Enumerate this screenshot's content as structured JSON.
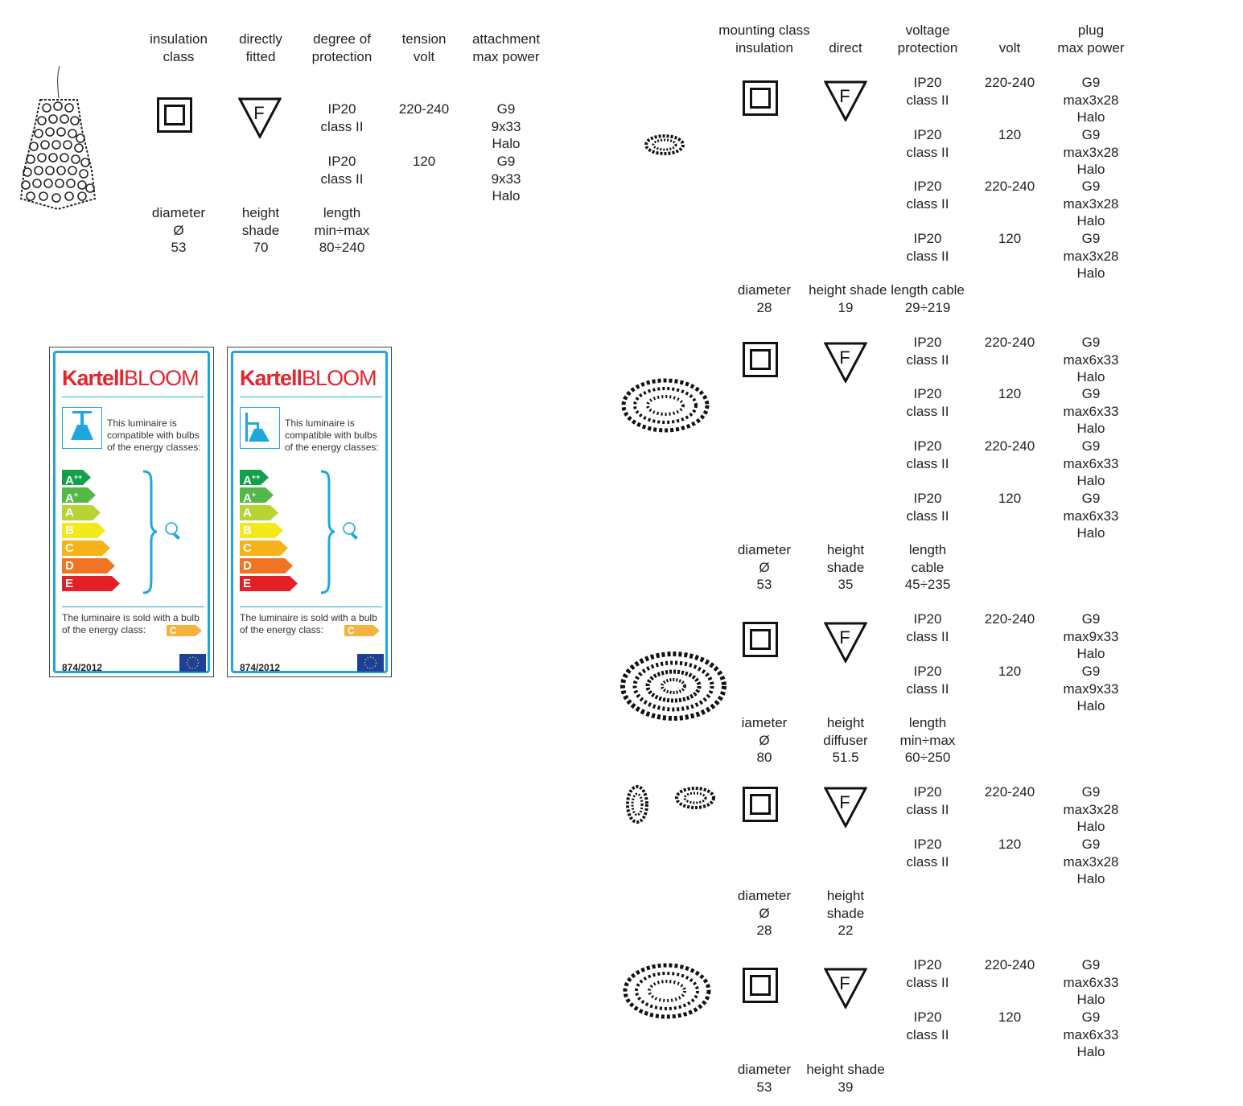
{
  "left_table": {
    "headers": [
      "insulation\nclass",
      "directly\nfitted",
      "degree of\nprotection",
      "tension\nvolt",
      "attachment\nmax power"
    ],
    "protection": [
      "IP20\nclass II",
      "IP20\nclass II"
    ],
    "volts": [
      "220-240",
      "120"
    ],
    "power": [
      "G9\n9x33\nHalo",
      "G9\n9x33\nHalo"
    ],
    "dims": [
      "diameter\nØ\n53",
      "height\nshade\n70",
      "length\nmin÷max\n80÷240"
    ]
  },
  "energy_labels": {
    "brand_bold": "Kartell",
    "brand_thin": "BLOOM",
    "compat": "This luminaire is\ncompatible with bulbs\nof the energy classes:",
    "sold": "The luminaire is sold with a bulb\nof the energy class:",
    "sold_class": "C",
    "regulation": "874/2012",
    "classes": [
      {
        "label": "A",
        "sup": "++",
        "color": "#12a04a"
      },
      {
        "label": "A",
        "sup": "+",
        "color": "#52b848"
      },
      {
        "label": "A",
        "sup": "",
        "color": "#b7d334"
      },
      {
        "label": "B",
        "sup": "",
        "color": "#f5e81b"
      },
      {
        "label": "C",
        "sup": "",
        "color": "#f6b218"
      },
      {
        "label": "D",
        "sup": "",
        "color": "#f07424"
      },
      {
        "label": "E",
        "sup": "",
        "color": "#e41f26"
      }
    ]
  },
  "right_table": {
    "headers": [
      "mounting  class\ninsulation",
      "direct",
      "voltage\nprotection",
      "volt",
      "plug\nmax power"
    ],
    "g1": {
      "prot": [
        "IP20\nclass II",
        "IP20\nclass II",
        "IP20\nclass II",
        "IP20\nclass II"
      ],
      "volt": [
        "220-240",
        "120",
        "220-240",
        "120"
      ],
      "power": [
        "G9\nmax3x28\nHalo",
        "G9\nmax3x28\nHalo",
        "G9\nmax3x28\nHalo",
        "G9\nmax3x28\nHalo"
      ],
      "dims": [
        "diameter\n28",
        "height shade length cable",
        "19",
        "29÷219"
      ]
    },
    "g2": {
      "prot": [
        "IP20\nclass II",
        "IP20\nclass II",
        "IP20\nclass II",
        "IP20\nclass II"
      ],
      "volt": [
        "220-240",
        "120",
        "220-240",
        "120"
      ],
      "power": [
        "G9\nmax6x33\nHalo",
        "G9\nmax6x33\nHalo",
        "G9\nmax6x33\nHalo",
        "G9\nmax6x33\nHalo"
      ],
      "dims": [
        "diameter\nØ\n53",
        "height\nshade\n35",
        "length\ncable\n45÷235"
      ]
    },
    "g3": {
      "prot": [
        "IP20\nclass II",
        "IP20\nclass II"
      ],
      "volt": [
        "220-240",
        "120"
      ],
      "power": [
        "G9\nmax9x33\nHalo",
        "G9\nmax9x33\nHalo"
      ],
      "dims": [
        "iameter\nØ\n80",
        "height\ndiffuser\n51.5",
        "length\nmin÷max\n60÷250"
      ]
    },
    "g4": {
      "prot": [
        "IP20\nclass II",
        "IP20\nclass II"
      ],
      "volt": [
        "220-240",
        "120"
      ],
      "power": [
        "G9\nmax3x28\nHalo",
        "G9\nmax3x28\nHalo"
      ],
      "dims": [
        "diameter\nØ\n28",
        "height\nshade\n22"
      ]
    },
    "g5": {
      "prot": [
        "IP20\nclass II",
        "IP20\nclass II"
      ],
      "volt": [
        "220-240",
        "120"
      ],
      "power": [
        "G9\nmax6x33\nHalo",
        "G9\nmax6x33\nHalo"
      ],
      "dims": [
        "diameter\n53",
        "height shade\n39"
      ]
    }
  },
  "symbol_letter": "F"
}
